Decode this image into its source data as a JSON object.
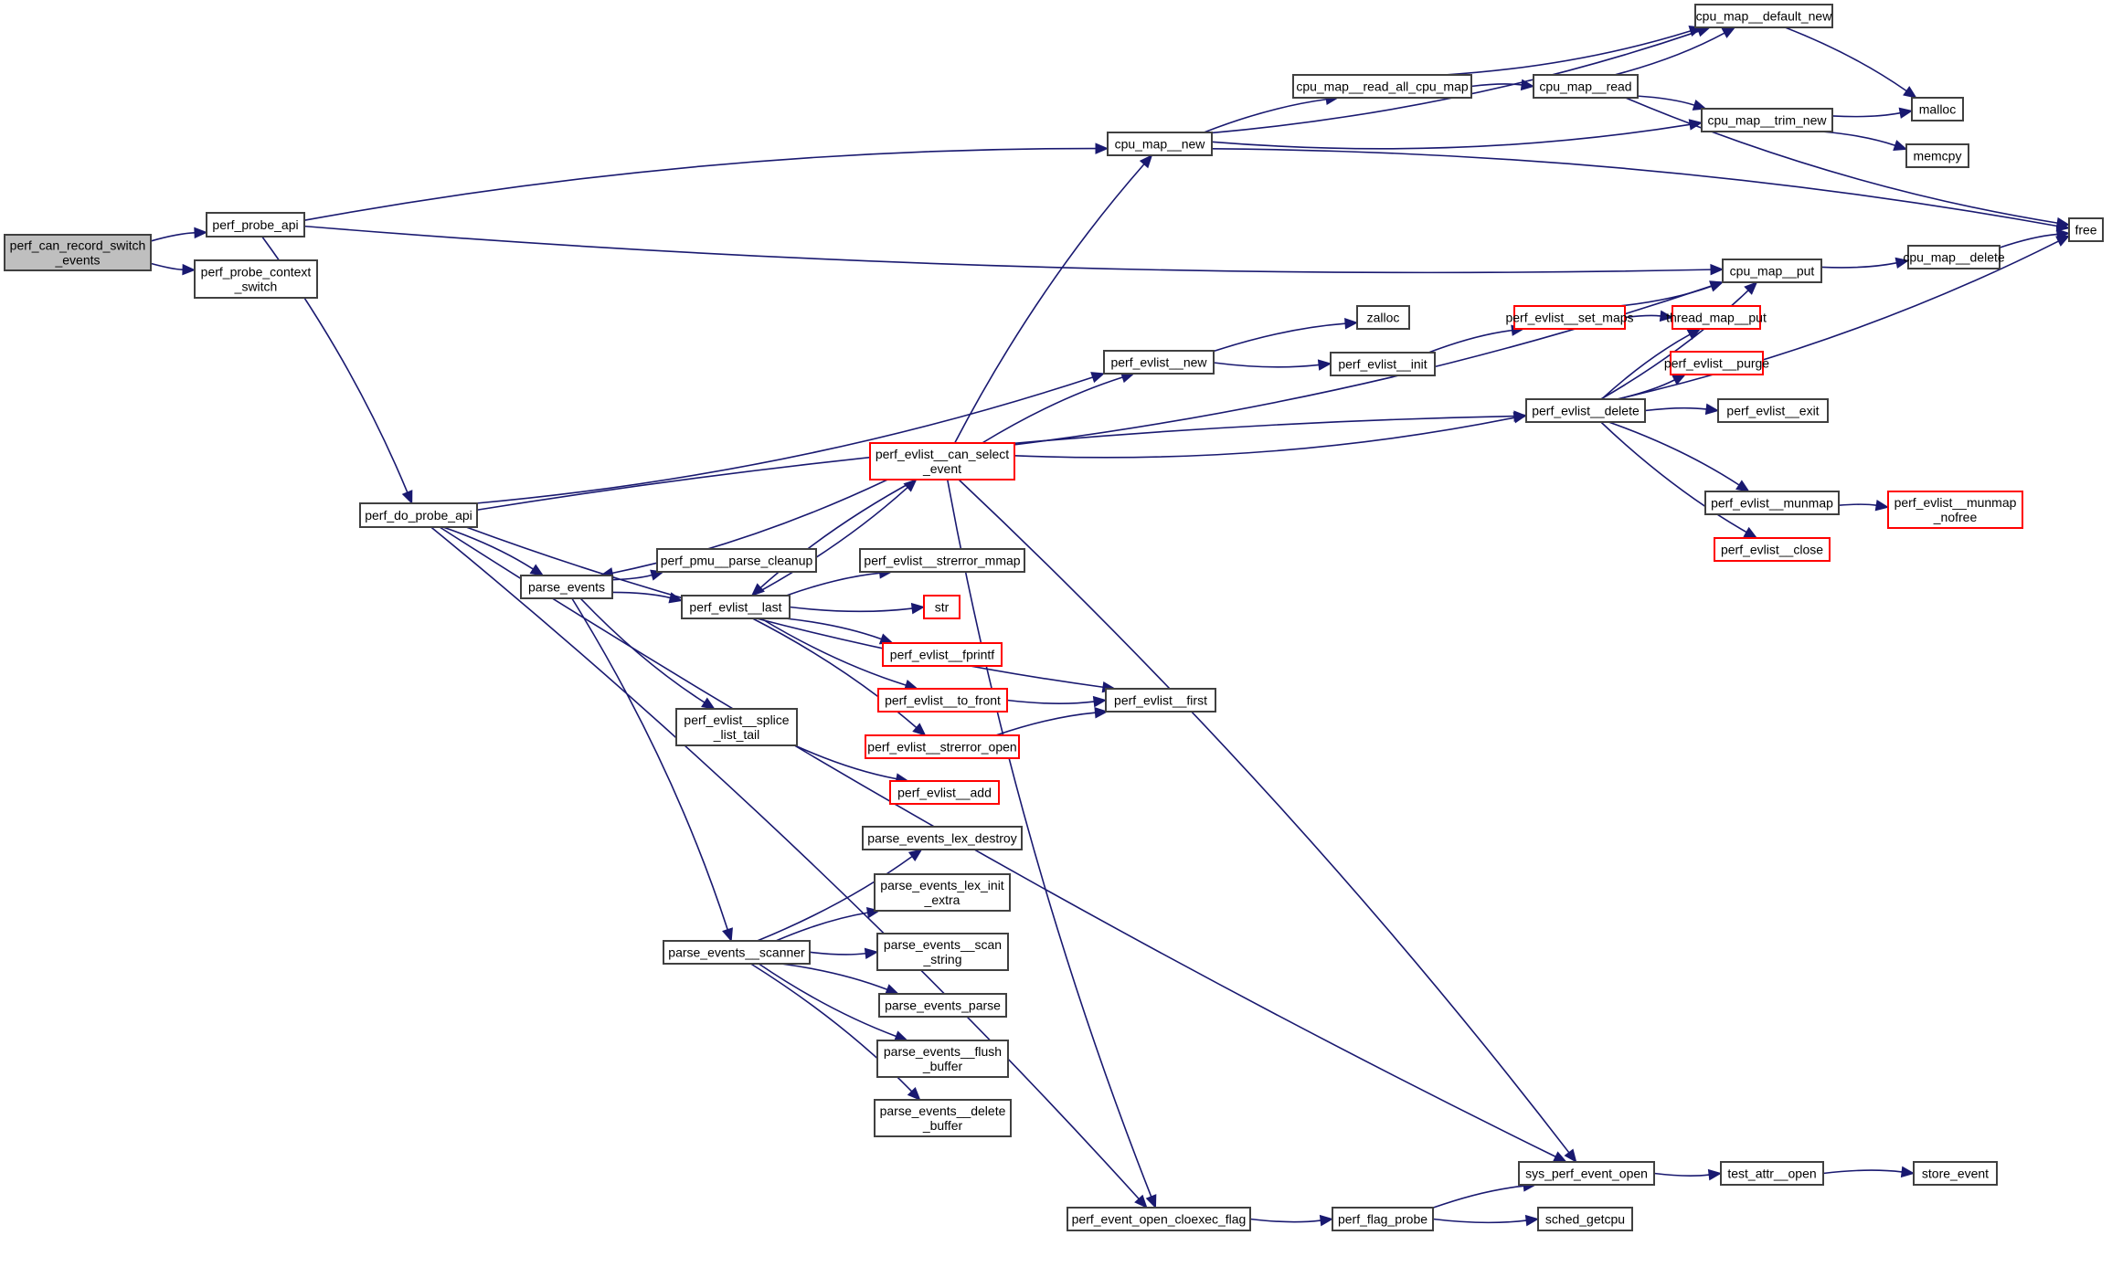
{
  "graph": {
    "title": "perf_can_record_switch_events call graph",
    "colors": {
      "edge": "#191970",
      "node_border": "#404040",
      "truncated_border": "#ff0000",
      "root_fill": "#bfbfbf"
    },
    "nodes": [
      {
        "id": "perf_can_record_switch_events",
        "label": [
          "perf_can_record_switch",
          "_events"
        ],
        "kind": "root"
      },
      {
        "id": "perf_probe_api",
        "label": [
          "perf_probe_api"
        ],
        "kind": "normal"
      },
      {
        "id": "perf_probe_context_switch",
        "label": [
          "perf_probe_context",
          "_switch"
        ],
        "kind": "normal"
      },
      {
        "id": "perf_do_probe_api",
        "label": [
          "perf_do_probe_api"
        ],
        "kind": "normal"
      },
      {
        "id": "parse_events",
        "label": [
          "parse_events"
        ],
        "kind": "normal"
      },
      {
        "id": "perf_pmu__parse_cleanup",
        "label": [
          "perf_pmu__parse_cleanup"
        ],
        "kind": "normal"
      },
      {
        "id": "perf_evlist__last",
        "label": [
          "perf_evlist__last"
        ],
        "kind": "normal"
      },
      {
        "id": "perf_evlist__strerror_mmap",
        "label": [
          "perf_evlist__strerror_mmap"
        ],
        "kind": "normal"
      },
      {
        "id": "str",
        "label": [
          "str"
        ],
        "kind": "truncated"
      },
      {
        "id": "perf_evlist__fprintf",
        "label": [
          "perf_evlist__fprintf"
        ],
        "kind": "truncated"
      },
      {
        "id": "perf_evlist__to_front",
        "label": [
          "perf_evlist__to_front"
        ],
        "kind": "truncated"
      },
      {
        "id": "perf_evlist__strerror_open",
        "label": [
          "perf_evlist__strerror_open"
        ],
        "kind": "truncated"
      },
      {
        "id": "perf_evlist__add",
        "label": [
          "perf_evlist__add"
        ],
        "kind": "truncated"
      },
      {
        "id": "perf_evlist__splice_list_tail",
        "label": [
          "perf_evlist__splice",
          "_list_tail"
        ],
        "kind": "normal"
      },
      {
        "id": "perf_evlist__first",
        "label": [
          "perf_evlist__first"
        ],
        "kind": "normal"
      },
      {
        "id": "perf_evlist__can_select_event",
        "label": [
          "perf_evlist__can_select",
          "_event"
        ],
        "kind": "truncated"
      },
      {
        "id": "perf_evlist__new",
        "label": [
          "perf_evlist__new"
        ],
        "kind": "normal"
      },
      {
        "id": "zalloc",
        "label": [
          "zalloc"
        ],
        "kind": "normal"
      },
      {
        "id": "perf_evlist__init",
        "label": [
          "perf_evlist__init"
        ],
        "kind": "normal"
      },
      {
        "id": "perf_evlist__set_maps",
        "label": [
          "perf_evlist__set_maps"
        ],
        "kind": "truncated"
      },
      {
        "id": "cpu_map__new",
        "label": [
          "cpu_map__new"
        ],
        "kind": "normal"
      },
      {
        "id": "cpu_map__read_all_cpu_map",
        "label": [
          "cpu_map__read_all_cpu_map"
        ],
        "kind": "normal"
      },
      {
        "id": "cpu_map__read",
        "label": [
          "cpu_map__read"
        ],
        "kind": "normal"
      },
      {
        "id": "cpu_map__default_new",
        "label": [
          "cpu_map__default_new"
        ],
        "kind": "normal"
      },
      {
        "id": "malloc",
        "label": [
          "malloc"
        ],
        "kind": "normal"
      },
      {
        "id": "cpu_map__trim_new",
        "label": [
          "cpu_map__trim_new"
        ],
        "kind": "normal"
      },
      {
        "id": "memcpy",
        "label": [
          "memcpy"
        ],
        "kind": "normal"
      },
      {
        "id": "free",
        "label": [
          "free"
        ],
        "kind": "normal"
      },
      {
        "id": "cpu_map__put",
        "label": [
          "cpu_map__put"
        ],
        "kind": "normal"
      },
      {
        "id": "cpu_map__delete",
        "label": [
          "cpu_map__delete"
        ],
        "kind": "normal"
      },
      {
        "id": "thread_map__put",
        "label": [
          "thread_map__put"
        ],
        "kind": "truncated"
      },
      {
        "id": "perf_evlist__purge",
        "label": [
          "perf_evlist__purge"
        ],
        "kind": "truncated"
      },
      {
        "id": "perf_evlist__delete",
        "label": [
          "perf_evlist__delete"
        ],
        "kind": "normal"
      },
      {
        "id": "perf_evlist__exit",
        "label": [
          "perf_evlist__exit"
        ],
        "kind": "normal"
      },
      {
        "id": "perf_evlist__munmap",
        "label": [
          "perf_evlist__munmap"
        ],
        "kind": "normal"
      },
      {
        "id": "perf_evlist__munmap_nofree",
        "label": [
          "perf_evlist__munmap",
          "_nofree"
        ],
        "kind": "truncated"
      },
      {
        "id": "perf_evlist__close",
        "label": [
          "perf_evlist__close"
        ],
        "kind": "truncated"
      },
      {
        "id": "parse_events__scanner",
        "label": [
          "parse_events__scanner"
        ],
        "kind": "normal"
      },
      {
        "id": "parse_events_lex_destroy",
        "label": [
          "parse_events_lex_destroy"
        ],
        "kind": "normal"
      },
      {
        "id": "parse_events_lex_init_extra",
        "label": [
          "parse_events_lex_init",
          "_extra"
        ],
        "kind": "normal"
      },
      {
        "id": "parse_events__scan_string",
        "label": [
          "parse_events__scan",
          "_string"
        ],
        "kind": "normal"
      },
      {
        "id": "parse_events_parse",
        "label": [
          "parse_events_parse"
        ],
        "kind": "normal"
      },
      {
        "id": "parse_events__flush_buffer",
        "label": [
          "parse_events__flush",
          "_buffer"
        ],
        "kind": "normal"
      },
      {
        "id": "parse_events__delete_buffer",
        "label": [
          "parse_events__delete",
          "_buffer"
        ],
        "kind": "normal"
      },
      {
        "id": "sys_perf_event_open",
        "label": [
          "sys_perf_event_open"
        ],
        "kind": "normal"
      },
      {
        "id": "test_attr__open",
        "label": [
          "test_attr__open"
        ],
        "kind": "normal"
      },
      {
        "id": "store_event",
        "label": [
          "store_event"
        ],
        "kind": "normal"
      },
      {
        "id": "perf_event_open_cloexec_flag",
        "label": [
          "perf_event_open_cloexec_flag"
        ],
        "kind": "normal"
      },
      {
        "id": "perf_flag_probe",
        "label": [
          "perf_flag_probe"
        ],
        "kind": "normal"
      },
      {
        "id": "sched_getcpu",
        "label": [
          "sched_getcpu"
        ],
        "kind": "normal"
      }
    ],
    "edges": [
      [
        "perf_can_record_switch_events",
        "perf_probe_api"
      ],
      [
        "perf_can_record_switch_events",
        "perf_probe_context_switch"
      ],
      [
        "perf_probe_api",
        "cpu_map__new"
      ],
      [
        "perf_probe_api",
        "cpu_map__put"
      ],
      [
        "perf_probe_api",
        "perf_do_probe_api"
      ],
      [
        "perf_do_probe_api",
        "perf_evlist__new"
      ],
      [
        "perf_do_probe_api",
        "perf_evlist__delete"
      ],
      [
        "perf_do_probe_api",
        "perf_evlist__first"
      ],
      [
        "perf_do_probe_api",
        "parse_events"
      ],
      [
        "perf_do_probe_api",
        "sys_perf_event_open"
      ],
      [
        "perf_do_probe_api",
        "perf_event_open_cloexec_flag"
      ],
      [
        "parse_events",
        "perf_pmu__parse_cleanup"
      ],
      [
        "parse_events",
        "perf_evlist__last"
      ],
      [
        "parse_events",
        "perf_evlist__splice_list_tail"
      ],
      [
        "parse_events",
        "parse_events__scanner"
      ],
      [
        "perf_evlist__last",
        "perf_evlist__can_select_event"
      ],
      [
        "perf_evlist__last",
        "perf_evlist__strerror_mmap"
      ],
      [
        "perf_evlist__last",
        "str"
      ],
      [
        "perf_evlist__last",
        "perf_evlist__fprintf"
      ],
      [
        "perf_evlist__last",
        "perf_evlist__to_front"
      ],
      [
        "perf_evlist__last",
        "perf_evlist__strerror_open"
      ],
      [
        "perf_evlist__to_front",
        "perf_evlist__first"
      ],
      [
        "perf_evlist__strerror_open",
        "perf_evlist__first"
      ],
      [
        "perf_evlist__splice_list_tail",
        "perf_evlist__add"
      ],
      [
        "perf_evlist__can_select_event",
        "cpu_map__new"
      ],
      [
        "perf_evlist__can_select_event",
        "cpu_map__put"
      ],
      [
        "perf_evlist__can_select_event",
        "perf_evlist__new"
      ],
      [
        "perf_evlist__can_select_event",
        "perf_evlist__delete"
      ],
      [
        "perf_evlist__can_select_event",
        "parse_events"
      ],
      [
        "perf_evlist__can_select_event",
        "perf_evlist__last"
      ],
      [
        "perf_evlist__can_select_event",
        "sys_perf_event_open"
      ],
      [
        "perf_evlist__can_select_event",
        "perf_event_open_cloexec_flag"
      ],
      [
        "perf_evlist__new",
        "zalloc"
      ],
      [
        "perf_evlist__new",
        "perf_evlist__init"
      ],
      [
        "perf_evlist__init",
        "perf_evlist__set_maps"
      ],
      [
        "perf_evlist__set_maps",
        "cpu_map__put"
      ],
      [
        "perf_evlist__set_maps",
        "thread_map__put"
      ],
      [
        "cpu_map__new",
        "cpu_map__default_new"
      ],
      [
        "cpu_map__new",
        "cpu_map__read_all_cpu_map"
      ],
      [
        "cpu_map__new",
        "cpu_map__trim_new"
      ],
      [
        "cpu_map__new",
        "free"
      ],
      [
        "cpu_map__read_all_cpu_map",
        "cpu_map__default_new"
      ],
      [
        "cpu_map__read_all_cpu_map",
        "cpu_map__read"
      ],
      [
        "cpu_map__read",
        "cpu_map__default_new"
      ],
      [
        "cpu_map__read",
        "cpu_map__trim_new"
      ],
      [
        "cpu_map__read",
        "free"
      ],
      [
        "cpu_map__default_new",
        "malloc"
      ],
      [
        "cpu_map__trim_new",
        "malloc"
      ],
      [
        "cpu_map__trim_new",
        "memcpy"
      ],
      [
        "cpu_map__put",
        "cpu_map__delete"
      ],
      [
        "cpu_map__delete",
        "free"
      ],
      [
        "perf_evlist__delete",
        "cpu_map__put"
      ],
      [
        "perf_evlist__delete",
        "thread_map__put"
      ],
      [
        "perf_evlist__delete",
        "perf_evlist__purge"
      ],
      [
        "perf_evlist__delete",
        "perf_evlist__exit"
      ],
      [
        "perf_evlist__delete",
        "free"
      ],
      [
        "perf_evlist__delete",
        "perf_evlist__munmap"
      ],
      [
        "perf_evlist__delete",
        "perf_evlist__close"
      ],
      [
        "perf_evlist__munmap",
        "perf_evlist__munmap_nofree"
      ],
      [
        "parse_events__scanner",
        "parse_events_lex_destroy"
      ],
      [
        "parse_events__scanner",
        "parse_events_lex_init_extra"
      ],
      [
        "parse_events__scanner",
        "parse_events__scan_string"
      ],
      [
        "parse_events__scanner",
        "parse_events_parse"
      ],
      [
        "parse_events__scanner",
        "parse_events__flush_buffer"
      ],
      [
        "parse_events__scanner",
        "parse_events__delete_buffer"
      ],
      [
        "sys_perf_event_open",
        "test_attr__open"
      ],
      [
        "test_attr__open",
        "store_event"
      ],
      [
        "perf_event_open_cloexec_flag",
        "perf_flag_probe"
      ],
      [
        "perf_flag_probe",
        "sys_perf_event_open"
      ],
      [
        "perf_flag_probe",
        "sched_getcpu"
      ]
    ]
  }
}
